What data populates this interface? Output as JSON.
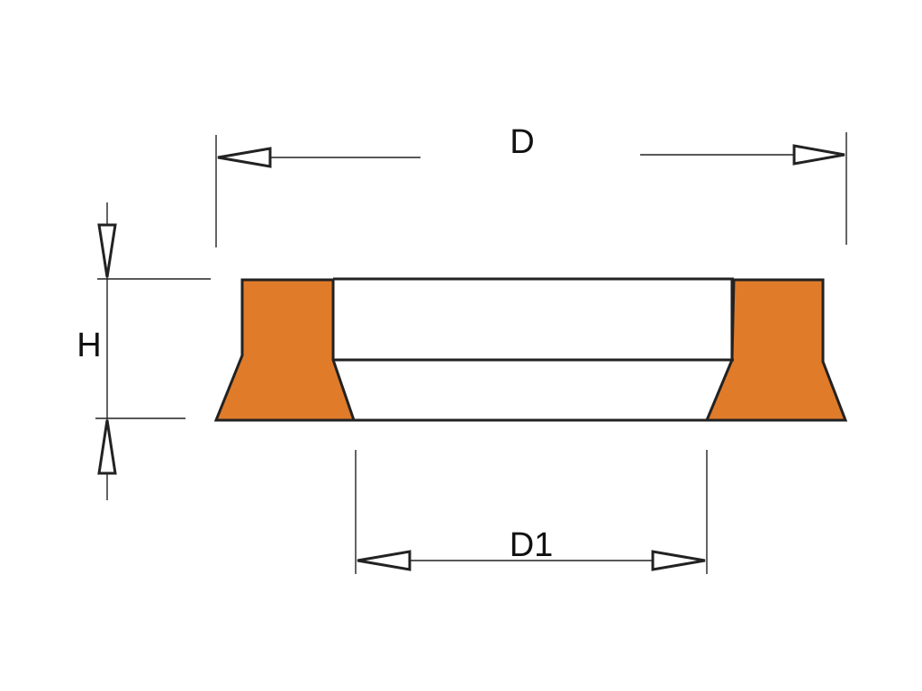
{
  "labels": {
    "outer_diameter": "D",
    "inner_diameter": "D1",
    "height": "H"
  },
  "colors": {
    "cutter_fill": "#e07b2a",
    "line": "#222222",
    "background": "#ffffff"
  }
}
